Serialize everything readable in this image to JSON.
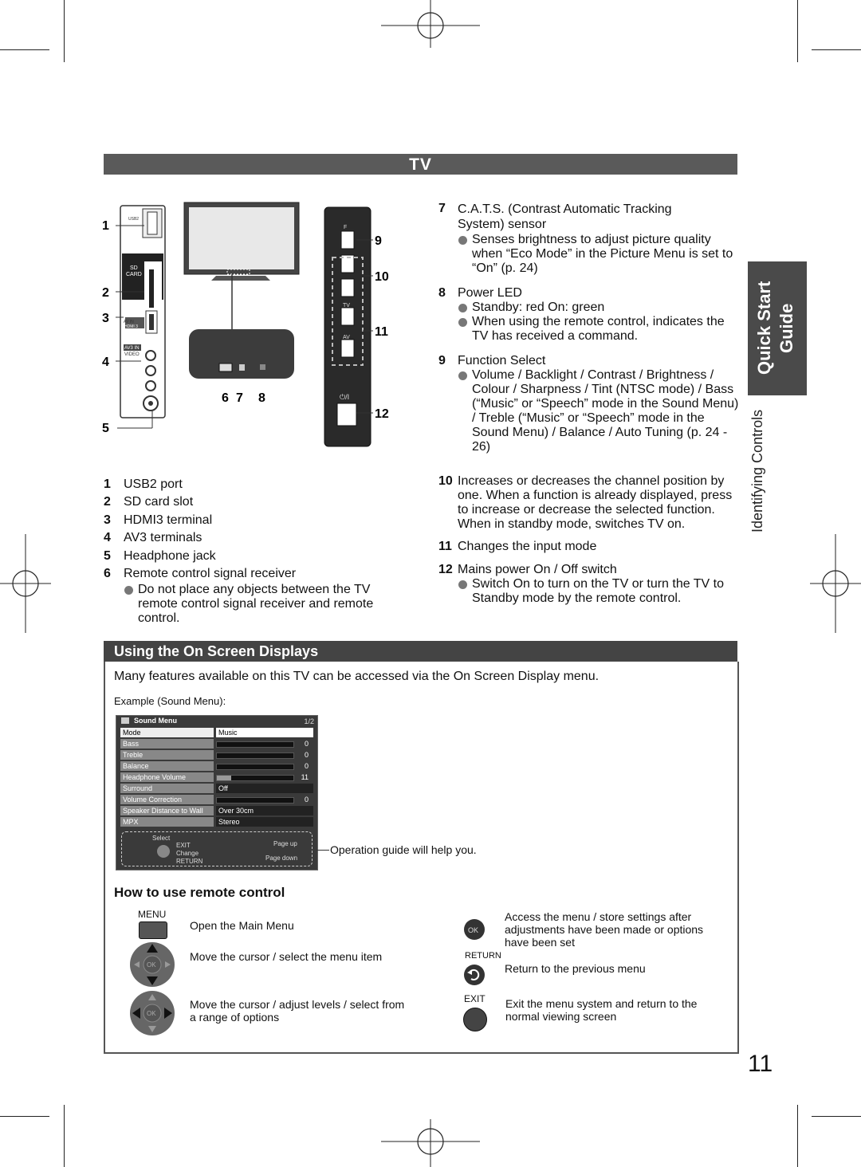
{
  "tv_section": {
    "title": "TV",
    "side_tab": {
      "line1": "Quick Start",
      "line2": "Guide"
    },
    "side_label": "Identifying Controls",
    "diagram_labels": {
      "n1": "1",
      "n2": "2",
      "n3": "3",
      "n4": "4",
      "n5": "5",
      "n6": "6",
      "n7": "7",
      "n8": "8",
      "n9": "9",
      "n10": "10",
      "n11": "11",
      "n12": "12",
      "sd1": "SD",
      "sd2": "CARD",
      "av_in": "AV IN",
      "hdmi3": "HDMI 3",
      "av3in": "AV3 IN",
      "video": "VIDEO",
      "usb2": "USB2",
      "btn_f": "F",
      "btn_tv": "TV",
      "btn_av": "AV",
      "power_sym": "⏻/I"
    },
    "left_list": [
      {
        "n": "1",
        "text": "USB2 port"
      },
      {
        "n": "2",
        "text": "SD card slot"
      },
      {
        "n": "3",
        "text": "HDMI3 terminal"
      },
      {
        "n": "4",
        "text": "AV3 terminals"
      },
      {
        "n": "5",
        "text": "Headphone jack"
      },
      {
        "n": "6",
        "text": "Remote control signal receiver"
      }
    ],
    "left_note": "Do not place any objects between the TV remote control signal receiver and remote control.",
    "right_items": {
      "i7": {
        "n": "7",
        "title": "C.A.T.S. (Contrast Automatic Tracking System) sensor",
        "bullet": "Senses brightness to adjust picture quality when “Eco Mode” in the Picture Menu is set to “On” (p. 24)"
      },
      "i8": {
        "n": "8",
        "title": "Power LED",
        "b1": "Standby: red  On: green",
        "b2": "When using the remote control, indicates the TV has received a command."
      },
      "i9": {
        "n": "9",
        "title": "Function Select",
        "bullet": "Volume / Backlight / Contrast / Brightness / Colour / Sharpness / Tint (NTSC mode) / Bass (“Music” or “Speech” mode in the Sound Menu) / Treble (“Music” or “Speech” mode in the Sound Menu) / Balance / Auto Tuning (p. 24 - 26)"
      },
      "i10": {
        "n": "10",
        "text": "Increases or decreases the channel position by one. When a function is already displayed, press to increase or decrease the selected function. When in standby mode, switches TV on."
      },
      "i11": {
        "n": "11",
        "text": "Changes the input mode"
      },
      "i12": {
        "n": "12",
        "title": "Mains power On / Off switch",
        "bullet": "Switch On to turn on the TV or turn the TV to Standby mode by the remote control."
      }
    }
  },
  "osd_section": {
    "title": "Using the On Screen Displays",
    "intro": "Many features available on this TV can be accessed via the On Screen Display menu.",
    "example_label": "Example (Sound Menu):",
    "menu": {
      "title": "Sound Menu",
      "page": "1/2",
      "rows": [
        {
          "label": "Mode",
          "value": "Music"
        },
        {
          "label": "Bass",
          "value": "0"
        },
        {
          "label": "Treble",
          "value": "0"
        },
        {
          "label": "Balance",
          "value": "0"
        },
        {
          "label": "Headphone Volume",
          "value": "11"
        },
        {
          "label": "Surround",
          "value": "Off"
        },
        {
          "label": "Volume Correction",
          "value": "0"
        },
        {
          "label": "Speaker Distance to Wall",
          "value": "Over 30cm"
        },
        {
          "label": "MPX",
          "value": "Stereo"
        }
      ],
      "guide": {
        "select": "Select",
        "exit": "EXIT",
        "change": "Change",
        "return": "RETURN",
        "page_up": "Page up",
        "page_down": "Page down"
      }
    },
    "guide_note": "Operation guide will help you.",
    "remote_title": "How to use remote control",
    "controls": {
      "menu_label": "MENU",
      "menu_text": "Open the Main Menu",
      "nav1_text": "Move the cursor / select the menu item",
      "nav2_text": "Move the cursor / adjust levels / select from a range of options",
      "ok_label": "OK",
      "ok_text": "Access the menu / store settings after adjustments have been made or options have been set",
      "return_label": "RETURN",
      "return_text": "Return to the previous menu",
      "exit_label": "EXIT",
      "exit_text": "Exit the menu system and return to the normal viewing screen"
    }
  },
  "page_number": "11"
}
